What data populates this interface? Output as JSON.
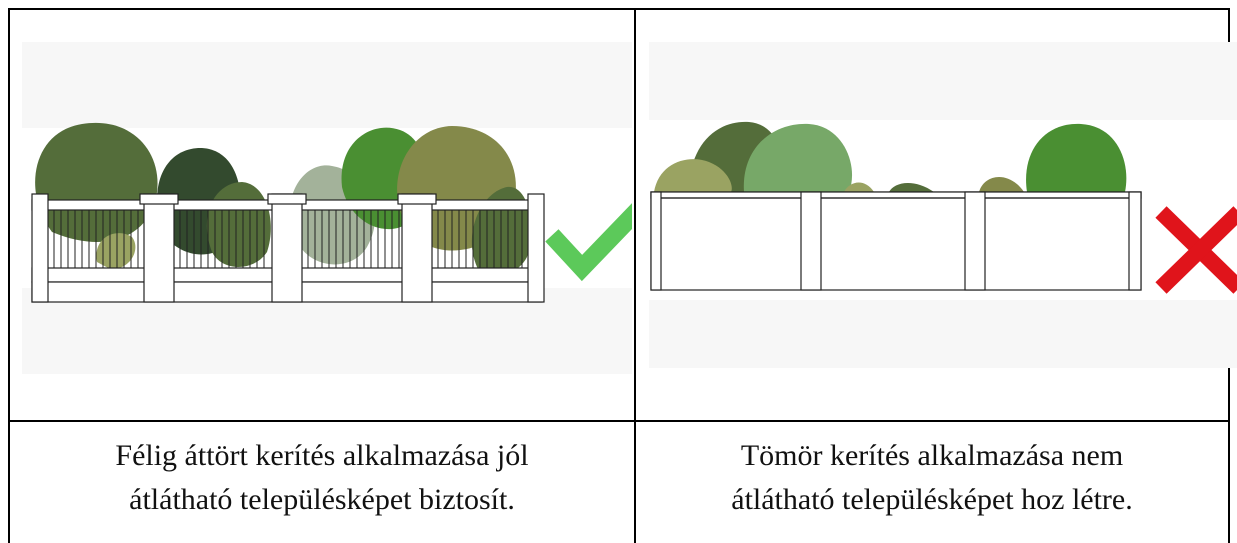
{
  "panels": [
    {
      "caption_line1": "Félig áttört kerítés alkalmazása jól",
      "caption_line2": "átlátható településképet biztosít.",
      "status": "check",
      "status_color": "#5cc95a"
    },
    {
      "caption_line1": "Tömör kerítés alkalmazása nem",
      "caption_line2": "átlátható településképet hoz létre.",
      "status": "cross",
      "status_color": "#e0141b"
    }
  ],
  "colors": {
    "panel_background": "#f7f7f7",
    "tree_dark": "#334a2e",
    "tree_olive": "#546d3a",
    "tree_green": "#4a8f32",
    "tree_khaki": "#84894a",
    "tree_light": "#a3b29a",
    "tree_sage": "#77a868",
    "tree_yellowgreen": "#9aa362"
  }
}
